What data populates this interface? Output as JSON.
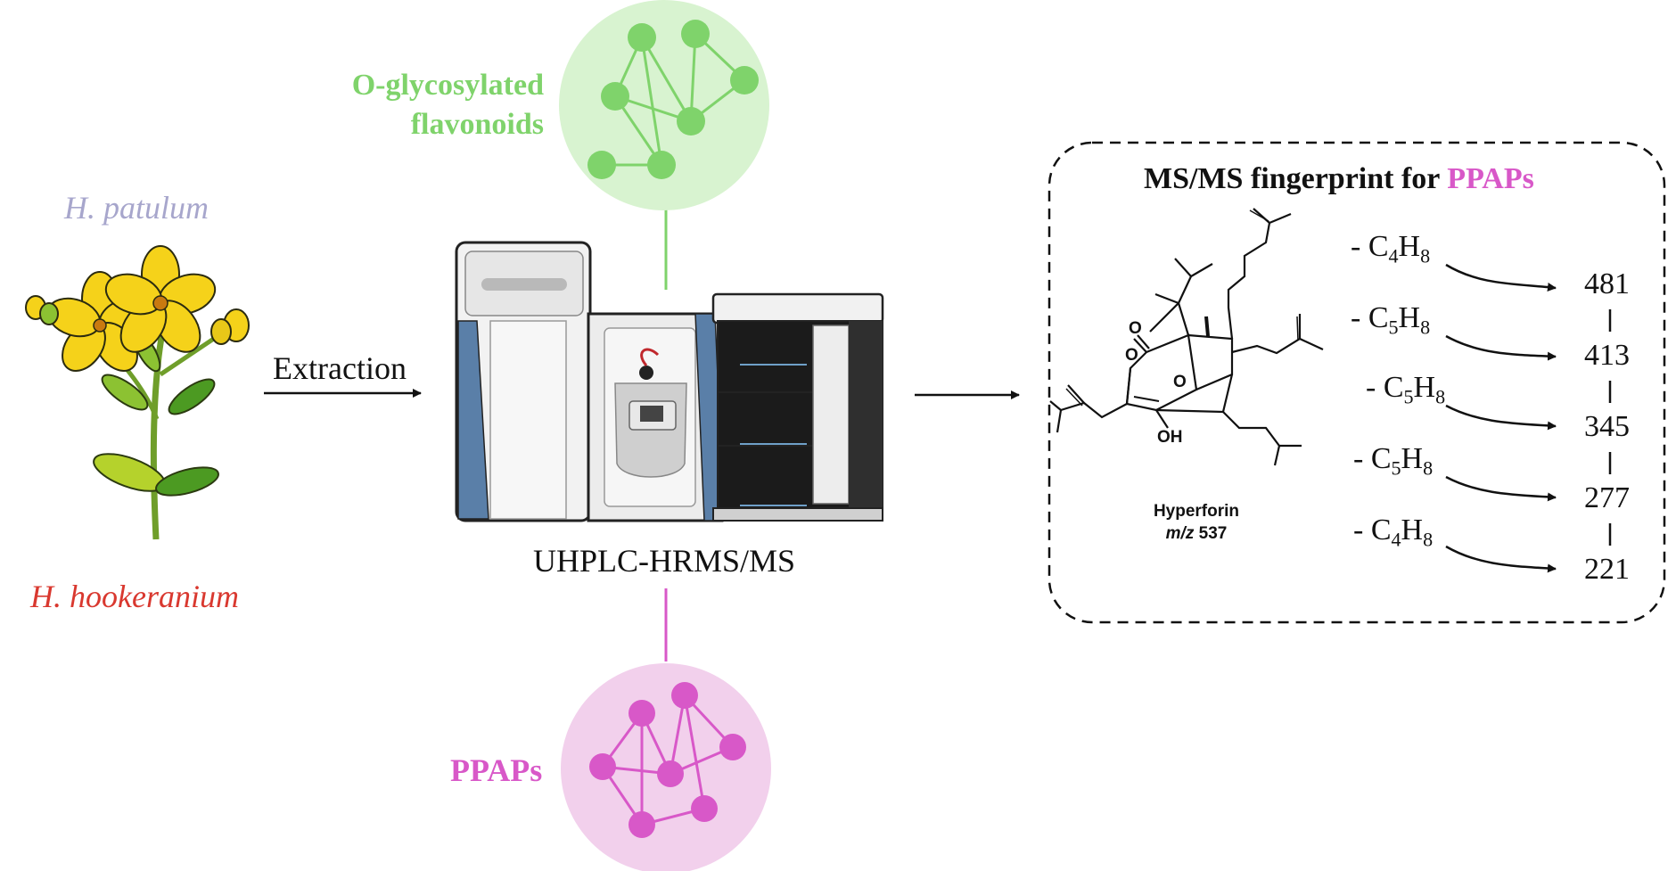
{
  "plants": {
    "top_label": "H. patulum",
    "bottom_label": "H. hookeranium",
    "top_color": "#a7a6cc",
    "bottom_color": "#d9382f"
  },
  "extraction_label": "Extraction",
  "instrument_label": "UHPLC-HRMS/MS",
  "networks": {
    "flavonoids": {
      "label_line1": "O-glycosylated",
      "label_line2": "flavonoids",
      "color": "#7fd36b",
      "fill": "#d8f3d0"
    },
    "ppaps": {
      "label": "PPAPs",
      "color": "#d858c8",
      "fill": "#f2d0ec"
    }
  },
  "fingerprint": {
    "title_prefix": "MS/MS fingerprint for ",
    "title_highlight": "PPAPs",
    "compound_name": "Hyperforin",
    "compound_mz_prefix": "m/z",
    "compound_mz_value": "537",
    "structure_labels": [
      "O",
      "O",
      "O",
      "OH"
    ],
    "losses": [
      {
        "base": "- C",
        "sub1": "4",
        "h": "H",
        "sub2": "8"
      },
      {
        "base": "- C",
        "sub1": "5",
        "h": "H",
        "sub2": "8"
      },
      {
        "base": "- C",
        "sub1": "5",
        "h": "H",
        "sub2": "8"
      },
      {
        "base": "- C",
        "sub1": "5",
        "h": "H",
        "sub2": "8"
      },
      {
        "base": "- C",
        "sub1": "4",
        "h": "H",
        "sub2": "8"
      }
    ],
    "fragments": [
      "481",
      "413",
      "345",
      "277",
      "221"
    ]
  }
}
